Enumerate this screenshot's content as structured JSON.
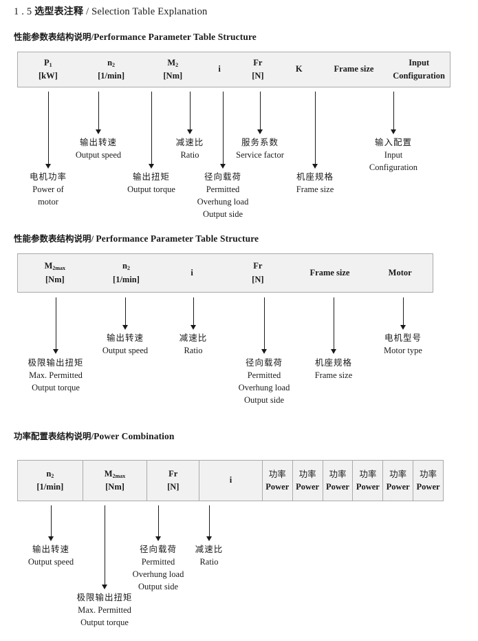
{
  "page": {
    "section_number": "1 . 5",
    "title_cn": "选型表注释",
    "title_sep": "/",
    "title_en": "Selection Table Explanation"
  },
  "sections": [
    {
      "heading": {
        "cn": "性能参数表结构说明",
        "sep": "/",
        "en": "Performance Parameter Table Structure"
      },
      "table": {
        "ruled": false,
        "columns": [
          {
            "line1": "P<sub>1</sub>",
            "line2": "[kW]"
          },
          {
            "line1": "n<sub>2</sub>",
            "line2": "[1/min]"
          },
          {
            "line1": "M<sub>2</sub>",
            "line2": "[Nm]"
          },
          {
            "line1": "i",
            "line2": ""
          },
          {
            "line1": "Fr",
            "line2": "[N]"
          },
          {
            "line1": "K",
            "line2": ""
          },
          {
            "line1": "Frame size",
            "line2": ""
          },
          {
            "line1": "Input",
            "line2": "Configuration"
          }
        ]
      },
      "notes": [
        {
          "cn": "电机功率",
          "en": [
            "Power of",
            "motor"
          ]
        },
        {
          "cn": "输出转速",
          "en": [
            "Output speed"
          ]
        },
        {
          "cn": "输出扭矩",
          "en": [
            "Output torque"
          ]
        },
        {
          "cn": "减速比",
          "en": [
            "Ratio"
          ]
        },
        {
          "cn": "径向载荷",
          "en": [
            "Permitted",
            "Overhung load",
            "Output side"
          ]
        },
        {
          "cn": "服务系数",
          "en": [
            "Service factor"
          ]
        },
        {
          "cn": "机座规格",
          "en": [
            "Frame size"
          ]
        },
        {
          "cn": "输入配置",
          "en": [
            "Input",
            "Configuration"
          ]
        }
      ]
    },
    {
      "heading": {
        "cn": "性能参数表结构说明",
        "sep": "/",
        "en": "Performance Parameter Table Structure"
      },
      "table": {
        "ruled": false,
        "columns": [
          {
            "line1": "M<sub>2max</sub>",
            "line2": "[Nm]"
          },
          {
            "line1": "n<sub>2</sub>",
            "line2": "[1/min]"
          },
          {
            "line1": "i",
            "line2": ""
          },
          {
            "line1": "Fr",
            "line2": "[N]"
          },
          {
            "line1": "Frame size",
            "line2": ""
          },
          {
            "line1": "Motor",
            "line2": ""
          }
        ]
      },
      "notes": [
        {
          "cn": "极限输出扭矩",
          "en": [
            "Max. Permitted",
            "Output  torque"
          ]
        },
        {
          "cn": "输出转速",
          "en": [
            "Output speed"
          ]
        },
        {
          "cn": "减速比",
          "en": [
            "Ratio"
          ]
        },
        {
          "cn": "径向载荷",
          "en": [
            "Permitted",
            "Overhung load",
            "Output side"
          ]
        },
        {
          "cn": "机座规格",
          "en": [
            "Frame size"
          ]
        },
        {
          "cn": "电机型号",
          "en": [
            "Motor type"
          ]
        }
      ]
    },
    {
      "heading": {
        "cn": "功率配置表结构说明",
        "sep": "/",
        "en": "Power Combination"
      },
      "table": {
        "ruled": true,
        "columns": [
          {
            "line1": "n<sub>2</sub>",
            "line2": "[1/min]"
          },
          {
            "line1": "M<sub>2max</sub>",
            "line2": "[Nm]"
          },
          {
            "line1": "Fr",
            "line2": "[N]"
          },
          {
            "line1": "i",
            "line2": ""
          },
          {
            "line1": "功率",
            "line2": "Power",
            "cn_first": true
          },
          {
            "line1": "功率",
            "line2": "Power",
            "cn_first": true
          },
          {
            "line1": "功率",
            "line2": "Power",
            "cn_first": true
          },
          {
            "line1": "功率",
            "line2": "Power",
            "cn_first": true
          },
          {
            "line1": "功率",
            "line2": "Power",
            "cn_first": true
          },
          {
            "line1": "功率",
            "line2": "Power",
            "cn_first": true
          }
        ]
      },
      "notes": [
        {
          "cn": "输出转速",
          "en": [
            "Output speed"
          ]
        },
        {
          "cn": "极限输出扭矩",
          "en": [
            "Max. Permitted",
            "Output  torque"
          ]
        },
        {
          "cn": "径向载荷",
          "en": [
            "Permitted",
            "Overhung load",
            "Output side"
          ]
        },
        {
          "cn": "减速比",
          "en": [
            "Ratio"
          ]
        }
      ]
    }
  ],
  "colors": {
    "table_fill": "#f1f1f1",
    "table_border": "#a9a9a9",
    "text": "#1a1a1a"
  }
}
